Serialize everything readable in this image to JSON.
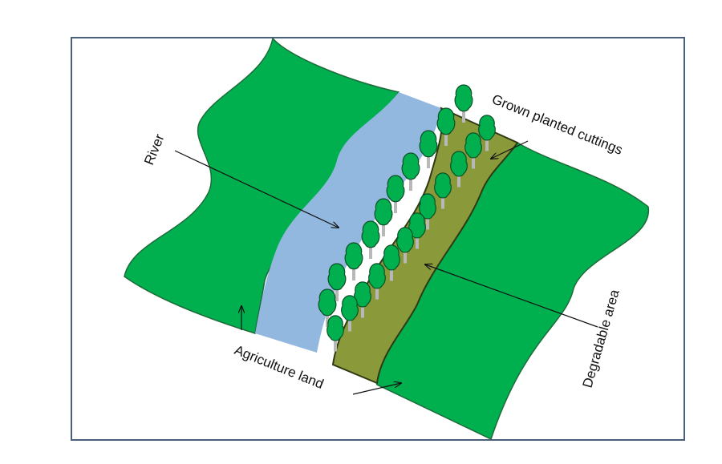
{
  "diagram": {
    "labels": {
      "river": "River",
      "cuttings": "Grown planted cuttings",
      "degradable": "Degradable area",
      "agriculture": "Agriculture land"
    },
    "colors": {
      "land": "#00b04f",
      "land_edge": "#1d6b3a",
      "river": "#93b8e0",
      "degradable": "#8a9a3b",
      "tree": "#00b04f",
      "tree_edge": "#0b4f26",
      "trunk": "#b8b8b8",
      "frame": "#4a5f7a"
    }
  }
}
